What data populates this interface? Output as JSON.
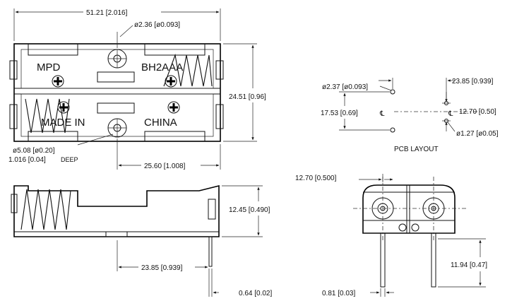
{
  "top_view": {
    "overall_length": "51.21 [2.016]",
    "hole_diameter": "ø2.36 [ø0.093]",
    "height_dim": "24.51 [0.96]",
    "counterbore": "ø5.08 [ø0.20]",
    "counterbore_depth": "1.016 [0.04]",
    "deep_label": "DEEP",
    "hole_offset": "25.60 [1.008]",
    "marking_mpd": "MPD",
    "marking_part": "BH2AAA",
    "marking_made_in": "MADE IN",
    "marking_china": "CHINA"
  },
  "pcb_layout": {
    "title": "PCB LAYOUT",
    "hole_dia": "ø2.37 [ø0.093]",
    "spacing": "23.85 [0.939]",
    "height": "17.53 [0.69]",
    "pin_pitch": "12.70 [0.50]",
    "pin_dia": "ø1.27 [ø0.05]",
    "centerline": "℄"
  },
  "side_view": {
    "height": "12.45 [0.490]",
    "pin_offset": "23.85 [0.939]",
    "pin_thickness": "0.64 [0.02]"
  },
  "end_view": {
    "width": "12.70 [0.500]",
    "pin_length": "11.94 [0.47]",
    "pin_width": "0.81 [0.03]"
  }
}
